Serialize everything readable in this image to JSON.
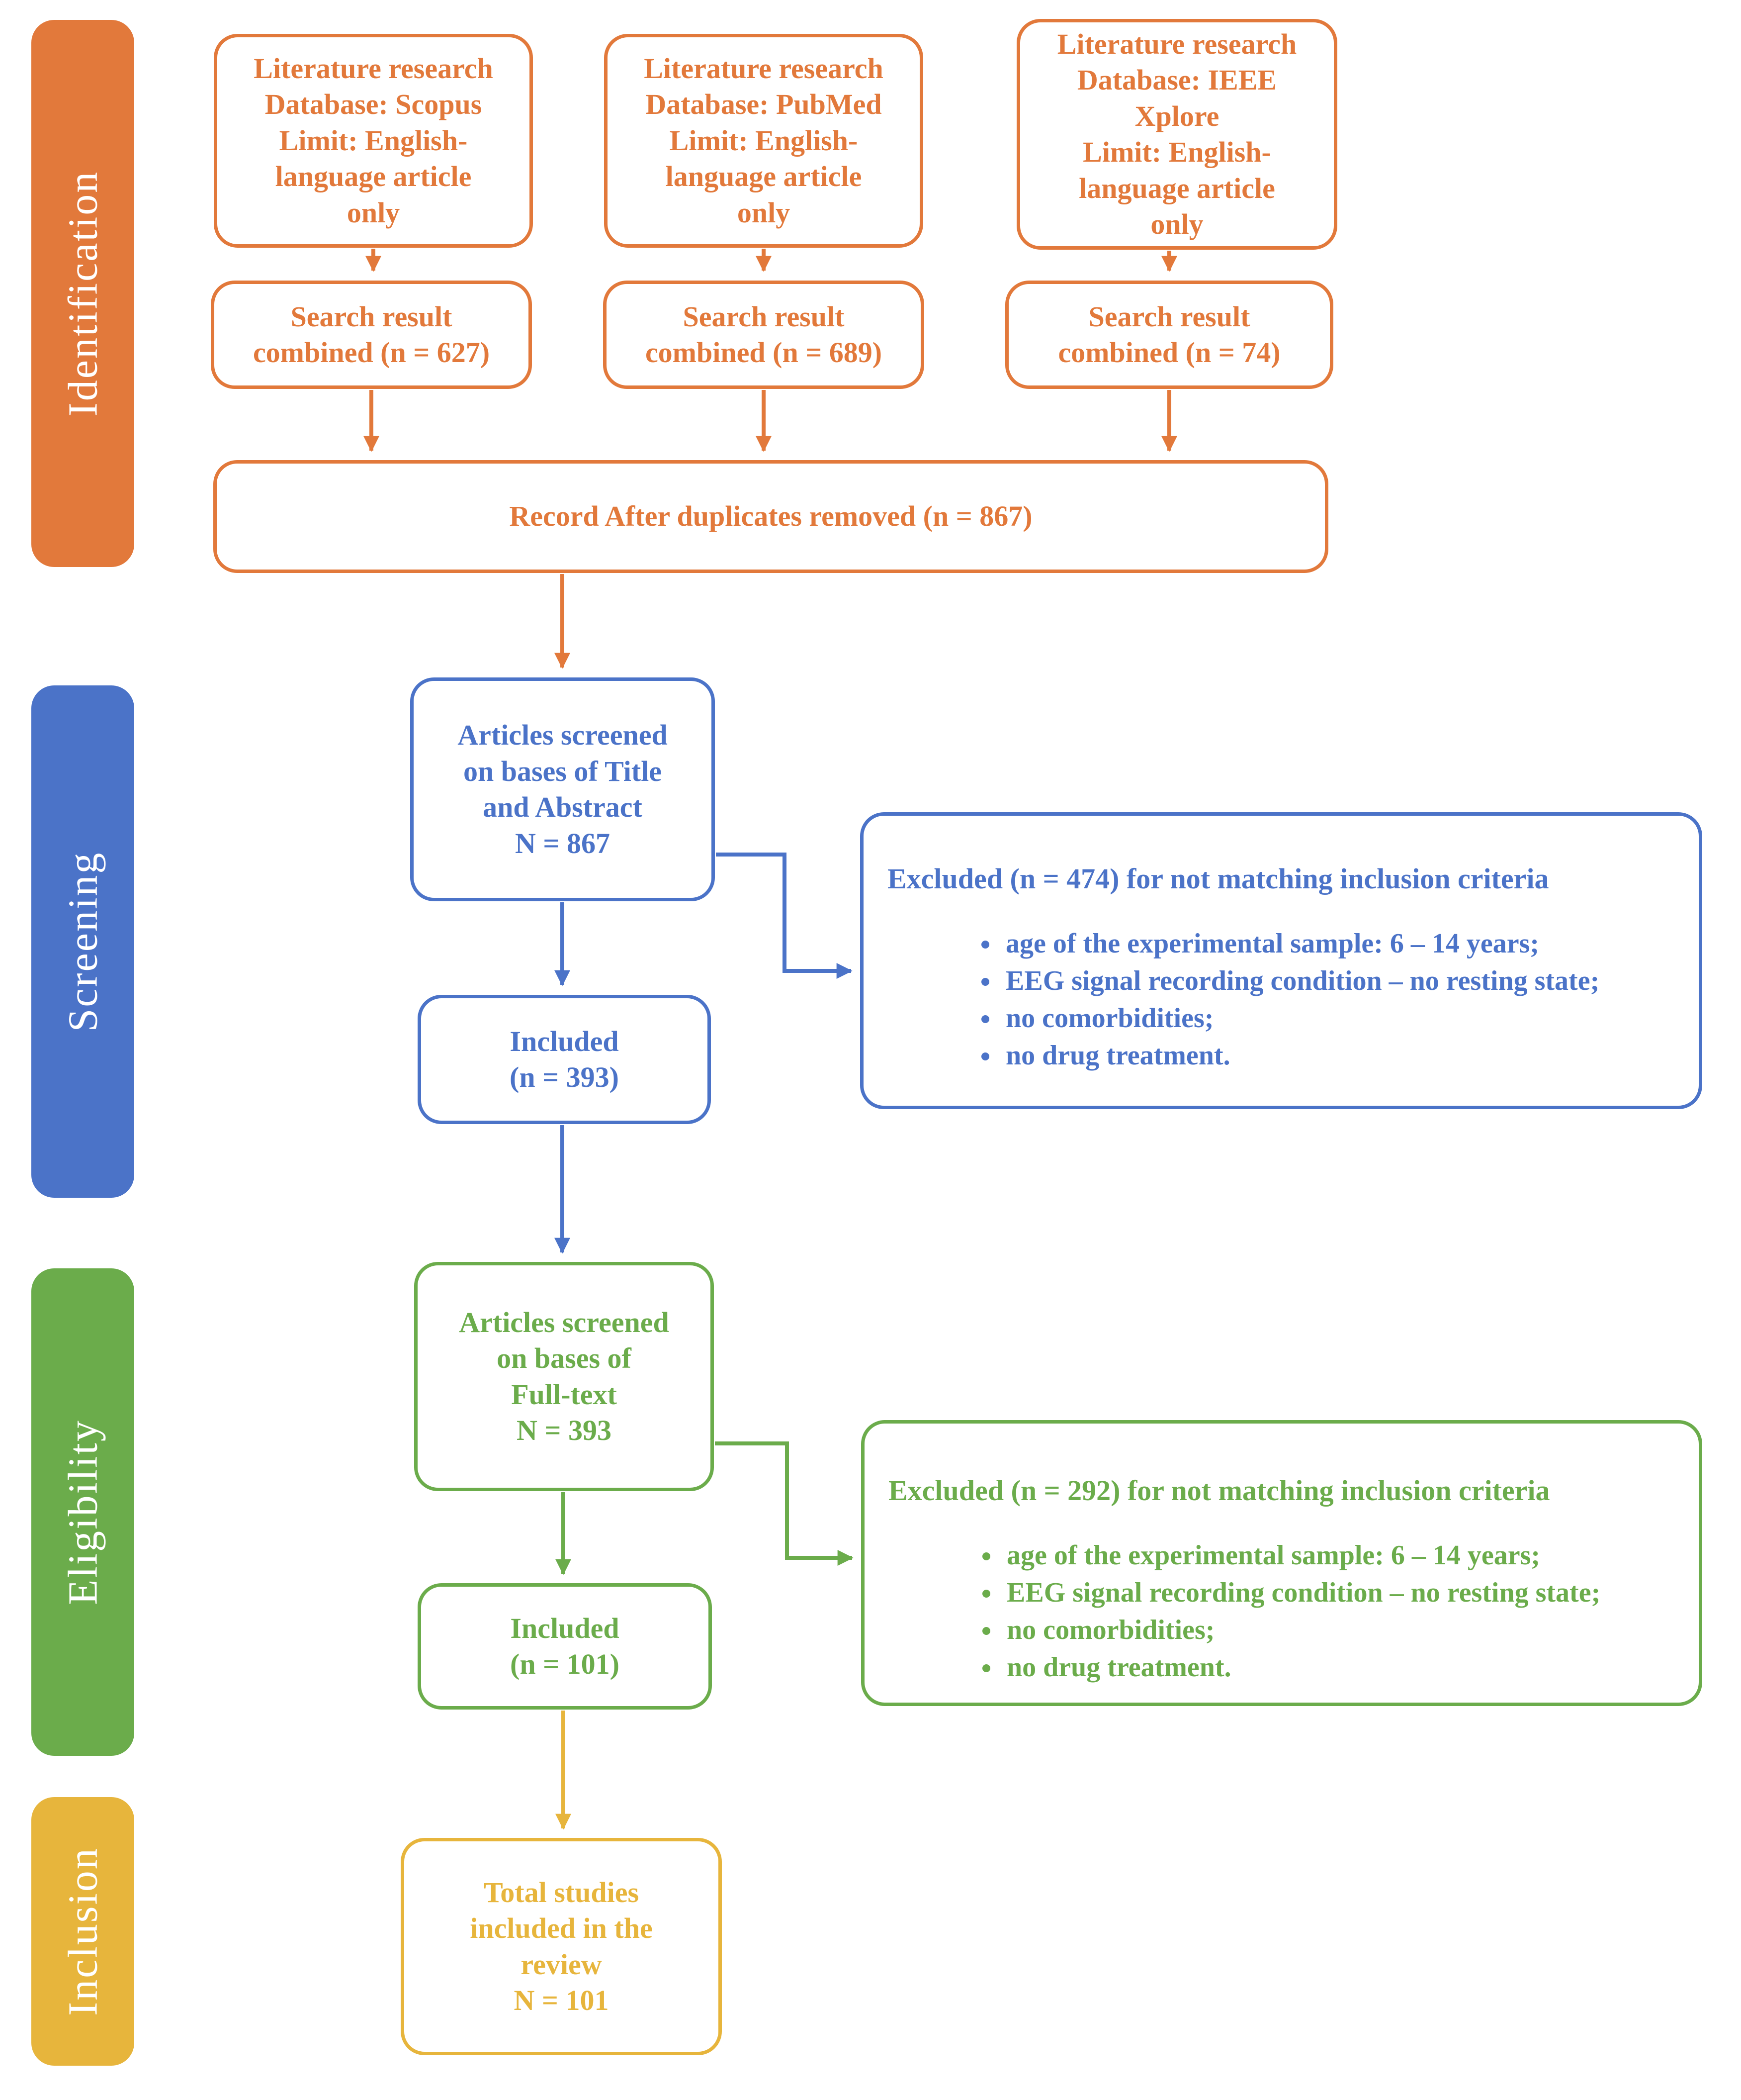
{
  "colors": {
    "identification_orange": "#E2793B",
    "screening_blue": "#4B73C8",
    "eligibility_green": "#6BAC4B",
    "inclusion_gold": "#E7B53C",
    "box_background": "#FFFFFF",
    "sidebar_text": "#FFFFFF"
  },
  "sidebar": {
    "identification": "Identification",
    "screening": "Screening",
    "eligibility": "Eligibility",
    "inclusion": "Inclusion"
  },
  "identification": {
    "sources": [
      "Literature research\nDatabase: Scopus\nLimit: English-\nlanguage article\nonly",
      "Literature research\nDatabase: PubMed\nLimit: English-\nlanguage article\nonly",
      "Literature research\nDatabase: IEEE\nXplore\nLimit: English-\nlanguage article\nonly"
    ],
    "search_results": [
      "Search result\ncombined (n = 627)",
      "Search result\ncombined (n = 689)",
      "Search result\ncombined (n = 74)"
    ],
    "record": "Record After duplicates removed (n = 867)"
  },
  "screening": {
    "screened": "Articles screened\non bases of Title\nand Abstract\nN = 867",
    "excluded_title": "Excluded (n = 474) for not matching inclusion criteria",
    "excluded_bullets": [
      "age of the experimental sample: 6 – 14 years;",
      "EEG signal recording condition – no resting state;",
      "no comorbidities;",
      "no drug treatment."
    ],
    "included": "Included\n(n = 393)"
  },
  "eligibility": {
    "screened": "Articles screened\non bases of\nFull-text\nN = 393",
    "excluded_title": "Excluded (n = 292) for not matching inclusion criteria",
    "excluded_bullets": [
      "age of the experimental sample: 6 – 14 years;",
      "EEG signal recording condition – no resting state;",
      "no comorbidities;",
      "no drug treatment."
    ],
    "included": "Included\n(n = 101)"
  },
  "inclusion": {
    "total": "Total studies\nincluded in the\nreview\nN = 101"
  }
}
